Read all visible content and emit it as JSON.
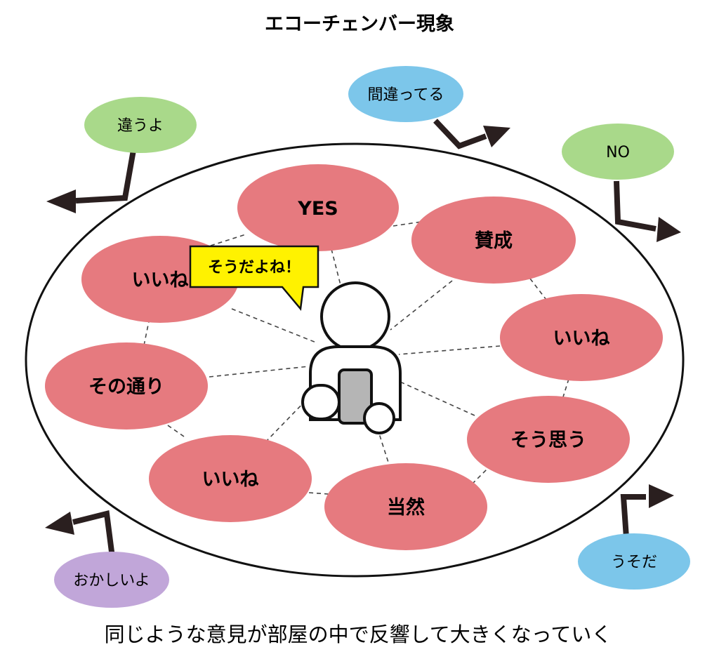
{
  "title": "エコーチェンバー現象",
  "caption": "同じような意見が部屋の中で反響して大きくなっていく",
  "speech_bubble": {
    "text": "そうだよね！",
    "color": "#fff200"
  },
  "inner_opinions": [
    {
      "id": "yes",
      "label": "YES"
    },
    {
      "id": "sansei",
      "label": "賛成"
    },
    {
      "id": "iine-right",
      "label": "いいね"
    },
    {
      "id": "sou-omou",
      "label": "そう思う"
    },
    {
      "id": "touzen",
      "label": "当然"
    },
    {
      "id": "iine-bottom",
      "label": "いいね"
    },
    {
      "id": "sono-toori",
      "label": "その通り"
    },
    {
      "id": "iine-left",
      "label": "いいね"
    }
  ],
  "outer_opinions": [
    {
      "id": "chigau",
      "label": "違うよ",
      "color": "#a9d98a"
    },
    {
      "id": "machigatteru",
      "label": "間違ってる",
      "color": "#7cc6ea"
    },
    {
      "id": "no",
      "label": "NO",
      "color": "#a9d98a"
    },
    {
      "id": "uso",
      "label": "うそだ",
      "color": "#7cc6ea"
    },
    {
      "id": "okashii",
      "label": "おかしいよ",
      "color": "#c1a6d9"
    }
  ],
  "colors": {
    "inner_fill": "#e67a7f",
    "arrow": "#2a1f1f",
    "phone": "#b5b5b5",
    "outline": "#111111"
  }
}
